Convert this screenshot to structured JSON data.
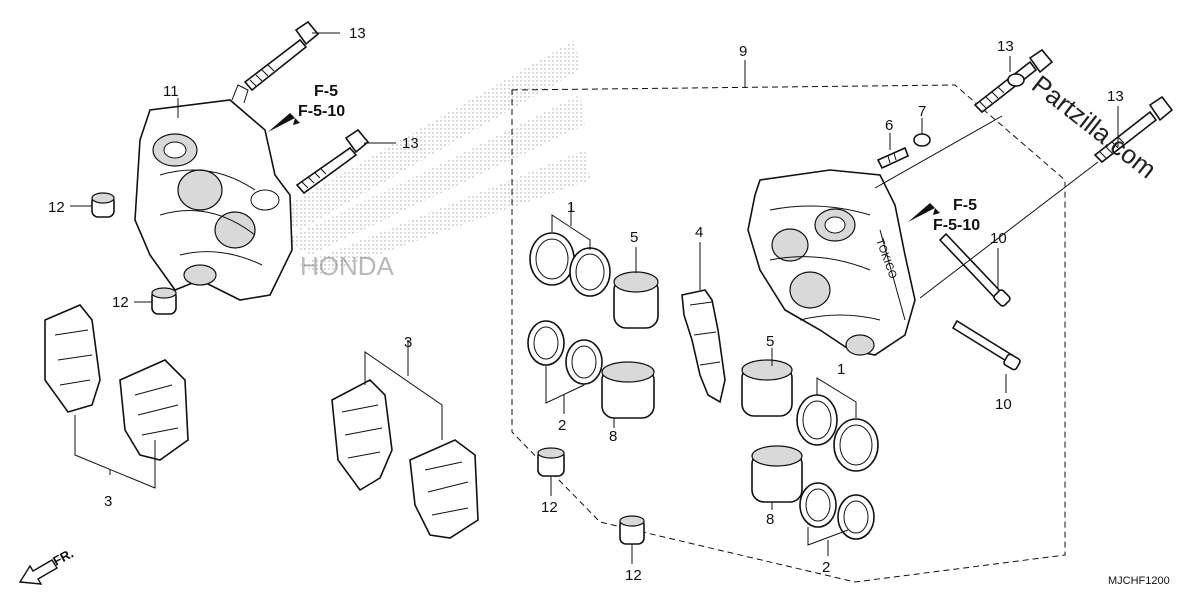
{
  "callouts": {
    "c1a": "1",
    "c1b": "1",
    "c2a": "2",
    "c2b": "2",
    "c3a": "3",
    "c3b": "3",
    "c4": "4",
    "c5a": "5",
    "c5b": "5",
    "c6": "6",
    "c7": "7",
    "c8a": "8",
    "c8b": "8",
    "c9": "9",
    "c10a": "10",
    "c10b": "10",
    "c11": "11",
    "c12a": "12",
    "c12b": "12",
    "c12c": "12",
    "c12d": "12",
    "c13a": "13",
    "c13b": "13",
    "c13c": "13",
    "c13d": "13"
  },
  "references": {
    "left_1": "F-5",
    "left_2": "F-5-10",
    "right_1": "F-5",
    "right_2": "F-5-10"
  },
  "caliper_marking": "TOKICO",
  "direction_label": "FR.",
  "watermark": "Partzilla.com",
  "background_logo_text": "HONDA",
  "diagram_code": "MJCHF1200"
}
